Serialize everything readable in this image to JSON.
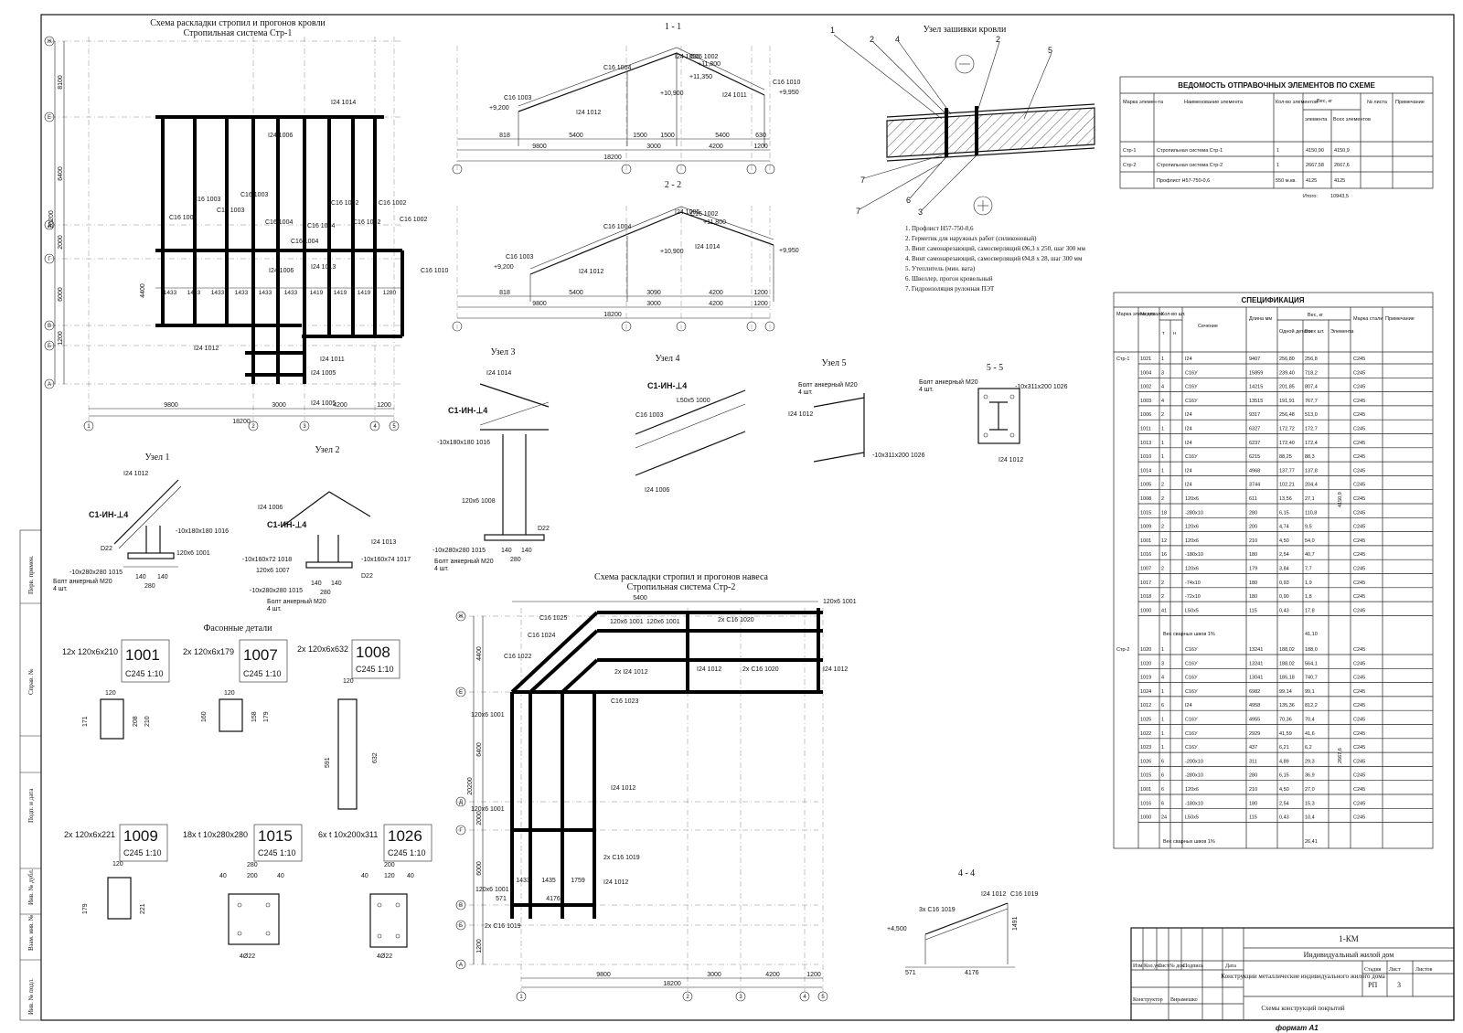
{
  "drawing": {
    "plan1_title": "Схема раскладки стропил и прогонов кровли",
    "plan1_subtitle": "Стропильная система Стр-1",
    "plan2_title": "Схема раскладки стропил и прогонов навеса",
    "plan2_subtitle": "Стропильная система Стр-2",
    "section11": "1 - 1",
    "section22": "2 - 2",
    "section44": "4 - 4",
    "section55": "5 - 5",
    "node_roof": "Узел зашивки кровли",
    "node1": "Узел 1",
    "node2": "Узел 2",
    "node3": "Узел 3",
    "node4": "Узел 4",
    "node5": "Узел 5",
    "shaped": "Фасонные детали",
    "format": "формат А1"
  },
  "plan1": {
    "labels": [
      "I24 1014",
      "I24 1006",
      "C16 1003",
      "C16 1003",
      "C16 1003",
      "C16 1003",
      "C16 1002",
      "C16 1002",
      "C16 1004",
      "C16 1004",
      "C16 1002",
      "C16 1002",
      "C16 1004",
      "I24 1013",
      "I24 1006",
      "C16 1010",
      "I24 1012",
      "I24 1011",
      "I24 1005",
      "I24 1005"
    ],
    "dims_bottom": [
      "9800",
      "3000",
      "4200",
      "1200",
      "18200"
    ],
    "dims_left": [
      "8100",
      "6400",
      "2000",
      "6000",
      "4400",
      "1200",
      "20200"
    ],
    "dims_mid": [
      "1433",
      "1433",
      "1433",
      "1433",
      "1433",
      "1433",
      "1419",
      "1419",
      "1419",
      "1280"
    ],
    "axis_rows": [
      "Ж",
      "Е",
      "Д",
      "Г",
      "В",
      "Б",
      "А"
    ],
    "axis_cols": [
      "1",
      "2",
      "3",
      "4",
      "5"
    ]
  },
  "sec11": {
    "labels": [
      "I24 1005",
      "C16 1002",
      "C16 1004",
      "C16 1003",
      "I24 1012",
      "I24 1011",
      "C16 1010"
    ],
    "marks": [
      "+9,200",
      "+10,900",
      "+11,350",
      "+11,800",
      "+9,950"
    ],
    "dims": [
      "818",
      "5400",
      "1500",
      "1500",
      "5400",
      "630",
      "9800",
      "3000",
      "4200",
      "1200",
      "18200"
    ]
  },
  "sec22": {
    "labels": [
      "I24 1005",
      "C16 1002",
      "C16 1004",
      "C16 1003",
      "I24 1012",
      "I24 1014"
    ],
    "marks": [
      "+9,200",
      "+10,900",
      "+11,800",
      "+9,950"
    ],
    "dims": [
      "818",
      "5400",
      "3090",
      "4200",
      "1200",
      "9800",
      "3000",
      "4200",
      "1200",
      "18200"
    ]
  },
  "roofnode": {
    "callouts": [
      "1",
      "2",
      "4",
      "2",
      "5",
      "7",
      "6",
      "3",
      "7"
    ],
    "notes": [
      "1. Профлист Н57-750-0,6",
      "2. Герметик для наружных работ  (силиконовый)",
      "3. Винт самонарезающий, самосверлящий  Ø6,3 х 250, шаг 300 мм",
      "4. Винт самонарезающий, самосверлящий  Ø4,8 х 28, шаг 300 мм",
      "5. Утеплитель  (мин. вата)",
      "6. Швеллер, прогон кровельный",
      "7. Гидроизоляция рулонная ПЭТ"
    ]
  },
  "ved": {
    "title": "ВЕДОМОСТЬ ОТПРАВОЧНЫХ ЭЛЕМЕНТОВ ПО СХЕМЕ",
    "headers": [
      "Марка элемен-та",
      "Наименование элемента",
      "Кол-во элементов",
      "Вес, кг",
      "элемента",
      "Всех элементов",
      "№ листа",
      "Примечание"
    ],
    "rows": [
      [
        "Стр-1",
        "Стропильная система Стр-1",
        "1",
        "4150,90",
        "4150,9"
      ],
      [
        "Стр-2",
        "Стропильная система Стр-2",
        "1",
        "2667,58",
        "2667,6"
      ],
      [
        "",
        "Профлист Н57-750-0,6",
        "550 м.кв.",
        "4125",
        "4125"
      ]
    ],
    "total_label": "Итого:",
    "total_value": "10943,5"
  },
  "spec": {
    "title": "СПЕЦИФИКАЦИЯ",
    "headers": [
      "Марка элемента",
      "№ детали",
      "Кол-во шт.",
      "т",
      "н",
      "Сечение",
      "Длина мм",
      "Вес, кг",
      "Одной детали",
      "Всех шт.",
      "Элемента",
      "Марка стали",
      "Примечание"
    ],
    "group1": "Стр-1",
    "group2": "Стр-2",
    "rows1": [
      [
        "1021",
        "1",
        "I24",
        "9407",
        "256,80",
        "256,8",
        "C245"
      ],
      [
        "1004",
        "3",
        "C16У",
        "15859",
        "239,40",
        "718,2",
        "C245"
      ],
      [
        "1002",
        "4",
        "C16У",
        "14215",
        "201,85",
        "807,4",
        "C245"
      ],
      [
        "1003",
        "4",
        "C16У",
        "13515",
        "191,91",
        "767,7",
        "C245"
      ],
      [
        "1006",
        "2",
        "I24",
        "9317",
        "256,48",
        "513,0",
        "C245"
      ],
      [
        "1011",
        "1",
        "I24",
        "6327",
        "172,72",
        "172,7",
        "C245"
      ],
      [
        "1013",
        "1",
        "I24",
        "6237",
        "172,40",
        "172,4",
        "C245"
      ],
      [
        "1010",
        "1",
        "C16У",
        "6215",
        "88,25",
        "88,3",
        "C245"
      ],
      [
        "1014",
        "1",
        "I24",
        "4968",
        "137,77",
        "137,8",
        "C245"
      ],
      [
        "1005",
        "2",
        "I24",
        "3744",
        "102,21",
        "204,4",
        "C245"
      ],
      [
        "1008",
        "2",
        "120х6",
        "611",
        "13,56",
        "27,1",
        "C245"
      ],
      [
        "1015",
        "18",
        "-280х10",
        "280",
        "6,15",
        "110,8",
        "C245"
      ],
      [
        "1009",
        "2",
        "120х6",
        "200",
        "4,74",
        "9,5",
        "C245"
      ],
      [
        "1001",
        "12",
        "120х6",
        "210",
        "4,50",
        "54,0",
        "C245"
      ],
      [
        "1016",
        "16",
        "-180х10",
        "180",
        "2,54",
        "40,7",
        "C245"
      ],
      [
        "1007",
        "2",
        "120х6",
        "179",
        "3,84",
        "7,7",
        "C245"
      ],
      [
        "1017",
        "2",
        "-74х10",
        "180",
        "0,93",
        "1,9",
        "C245"
      ],
      [
        "1018",
        "2",
        "-72х10",
        "180",
        "0,90",
        "1,8",
        "C245"
      ],
      [
        "1000",
        "41",
        "L50х5",
        "115",
        "0,43",
        "17,8",
        "C245"
      ]
    ],
    "weld1_label": "Вес сварных швов  1%",
    "weld1_value": "41,10",
    "group1_total": "4150,9",
    "rows2": [
      [
        "1020",
        "1",
        "C16У",
        "13241",
        "188,02",
        "188,0",
        "C245"
      ],
      [
        "1020",
        "3",
        "C16У",
        "13241",
        "188,02",
        "564,1",
        "C245"
      ],
      [
        "1019",
        "4",
        "C16У",
        "13041",
        "185,18",
        "740,7",
        "C245"
      ],
      [
        "1024",
        "1",
        "C16У",
        "6982",
        "99,14",
        "99,1",
        "C245"
      ],
      [
        "1012",
        "6",
        "I24",
        "4958",
        "135,36",
        "812,2",
        "C245"
      ],
      [
        "1025",
        "1",
        "C16У",
        "4955",
        "70,36",
        "70,4",
        "C245"
      ],
      [
        "1022",
        "1",
        "C16У",
        "2929",
        "41,59",
        "41,6",
        "C245"
      ],
      [
        "1023",
        "1",
        "C16У",
        "437",
        "6,21",
        "6,2",
        "C245"
      ],
      [
        "1026",
        "6",
        "-200х10",
        "311",
        "4,89",
        "29,3",
        "C245"
      ],
      [
        "1015",
        "6",
        "-280х10",
        "280",
        "6,15",
        "36,9",
        "C245"
      ],
      [
        "1001",
        "6",
        "120х6",
        "210",
        "4,50",
        "27,0",
        "C245"
      ],
      [
        "1016",
        "6",
        "-180х10",
        "180",
        "2,54",
        "15,3",
        "C245"
      ],
      [
        "1000",
        "24",
        "L50х5",
        "115",
        "0,43",
        "10,4",
        "C245"
      ]
    ],
    "weld2_label": "Вес сварных швов  1%",
    "weld2_value": "26,41",
    "group2_total": "2667,6"
  },
  "details": [
    {
      "qty": "12x 120x6x210",
      "mark": "1001",
      "steel": "C245 1:10",
      "dims": [
        "120",
        "171",
        "208",
        "210"
      ]
    },
    {
      "qty": "2x 120x6x179",
      "mark": "1007",
      "steel": "C245 1:10",
      "dims": [
        "120",
        "160",
        "158",
        "179"
      ]
    },
    {
      "qty": "2x 120x6x632",
      "mark": "1008",
      "steel": "C245 1:10",
      "dims": [
        "120",
        "591",
        "632"
      ]
    },
    {
      "qty": "2x 120x6x221",
      "mark": "1009",
      "steel": "C245 1:10",
      "dims": [
        "120",
        "179",
        "221"
      ]
    },
    {
      "qty": "18x t 10x280x280",
      "mark": "1015",
      "steel": "C245 1:10",
      "dims": [
        "280",
        "200",
        "40",
        "40",
        "4Ø22"
      ]
    },
    {
      "qty": "6x t 10x200x311",
      "mark": "1026",
      "steel": "C245 1:10",
      "dims": [
        "200",
        "120",
        "40",
        "40",
        "4Ø22"
      ]
    }
  ],
  "nodes": {
    "n1": [
      "I24 1012",
      "C1-ИН-⊥4",
      "-10x180x180 1016",
      "120x6 1001",
      "D22",
      "-10x280x280 1015",
      "Болт анкерный М20",
      "4 шт.",
      "140",
      "140",
      "280"
    ],
    "n2": [
      "I24 1006",
      "C1-ИН-⊥4",
      "-10x160x72 1018",
      "120x6 1007",
      "-10x280x280 1015",
      "Болт анкерный М20",
      "4 шт.",
      "-10x160x74 1017",
      "I24 1013",
      "D22",
      "140",
      "140",
      "280"
    ],
    "n3": [
      "I24 1014",
      "C1-ИН-⊥4",
      "-10x180x180 1016",
      "120x6 1008",
      "-10x280x280 1015",
      "Болт анкерный М20",
      "4 шт.",
      "D22",
      "140",
      "140",
      "280"
    ],
    "n4": [
      "C1-ИН-⊥4",
      "C16 1003",
      "L50x5 1000",
      "I24 1006"
    ],
    "n5": [
      "Болт анкерный М20",
      "4 шт.",
      "I24 1012",
      "-10x311x200 1026"
    ],
    "n55": [
      "Болт анкерный М20",
      "4 шт.",
      "-10x311x200 1026",
      "I24 1012"
    ]
  },
  "plan2": {
    "labels": [
      "C16 1025",
      "120x6 1001",
      "120x6 1001",
      "2x C16 1020",
      "120x6 1001",
      "C16 1024",
      "C16 1022",
      "2x I24 1012",
      "I24 1012",
      "2x C16 1020",
      "I24 1012",
      "C16 1023",
      "120x6 1001",
      "I24 1012",
      "120x6 1001",
      "2x C16 1019",
      "I24 1012",
      "120x6 1001",
      "2x C16 1019"
    ],
    "dims_top": [
      "5400"
    ],
    "dims_bottom": [
      "9800",
      "3000",
      "4200",
      "1200",
      "18200"
    ],
    "dims_left": [
      "4400",
      "6400",
      "2000",
      "6000",
      "1200",
      "20200"
    ],
    "dims_mid": [
      "1433",
      "1435",
      "1759",
      "4176",
      "571"
    ],
    "axis_rows": [
      "Ж",
      "Е",
      "Д",
      "Г",
      "В",
      "Б",
      "А"
    ],
    "axis_cols": [
      "1",
      "2",
      "3",
      "4",
      "5"
    ]
  },
  "sec44": {
    "labels": [
      "3x C16 1019",
      "I24 1012",
      "C16 1019"
    ],
    "marks": [
      "+4,500"
    ],
    "dims": [
      "571",
      "4176",
      "1491"
    ]
  },
  "stamp": {
    "code": "1-КМ",
    "object": "Индивидуальный жилой дом",
    "col_headers": [
      "Изм.",
      "Кол.уч.",
      "Лист",
      "№ док.",
      "Подпись",
      "Дата"
    ],
    "role": "Конструктор",
    "person": "Вирамешко",
    "work": "Конструкции металлические индивидуального жилого дома",
    "sheet_title": "Схемы конструкций покрытий",
    "stage_h": "Стадия",
    "sheet_h": "Лист",
    "sheets_h": "Листов",
    "stage": "РП",
    "sheet": "3",
    "sheets": ""
  },
  "side_stamp": [
    "Перв. примен.",
    "Справ. №",
    "Подп. и дата",
    "Инв. № дубл.",
    "Взам. инв. №",
    "Подп. и дата",
    "Инв. № подл."
  ]
}
